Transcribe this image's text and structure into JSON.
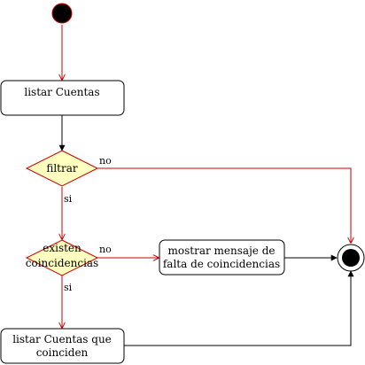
{
  "nodes": {
    "listar_cuentas": "listar Cuentas",
    "filtrar": "filtrar",
    "existen_line1": "existen",
    "existen_line2": "coincidencias",
    "mostrar_line1": "mostrar mensaje de",
    "mostrar_line2": "falta de coincidencias",
    "listar_coinciden_line1": "listar Cuentas que",
    "listar_coinciden_line2": "coinciden"
  },
  "edge_labels": {
    "filtrar_no": "no",
    "filtrar_si": "si",
    "existen_no": "no",
    "existen_si": "si"
  },
  "colors": {
    "flow_red": "#cc0000",
    "decision_fill": "#ffffc0",
    "node_stroke": "#000000"
  }
}
